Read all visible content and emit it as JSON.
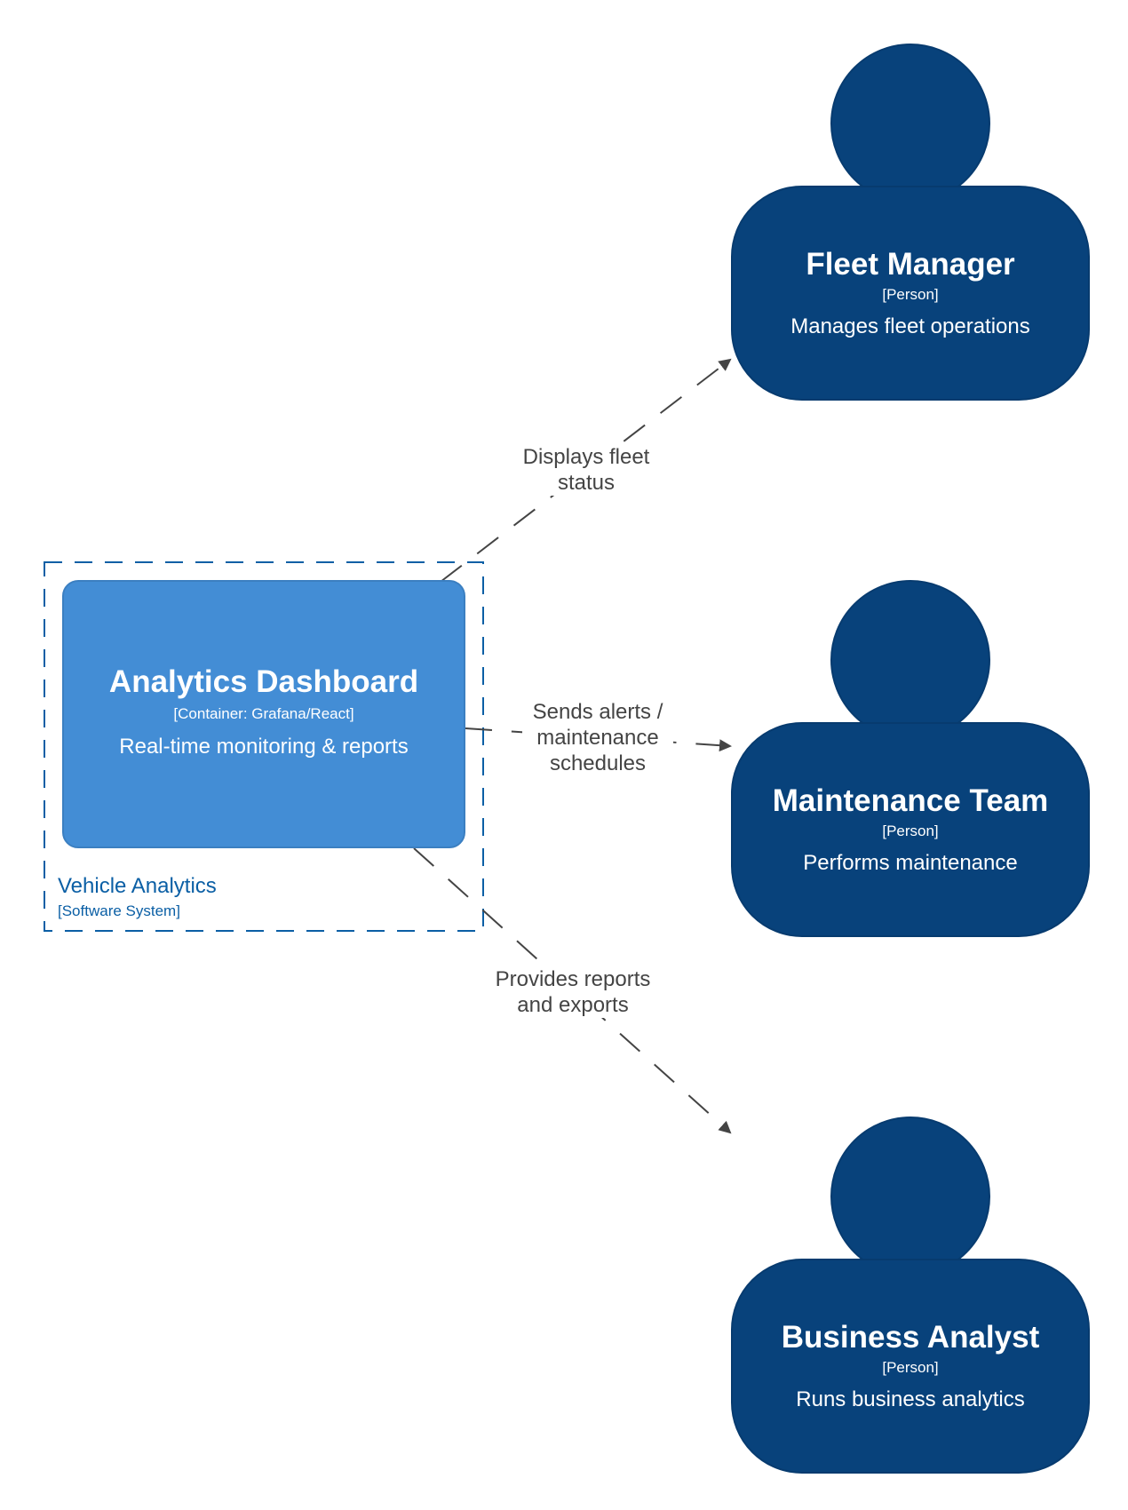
{
  "system_boundary": {
    "name": "Vehicle Analytics",
    "type": "[Software System]"
  },
  "container": {
    "name": "Analytics Dashboard",
    "type": "[Container: Grafana/React]",
    "description": "Real-time monitoring & reports"
  },
  "persons": [
    {
      "name": "Fleet Manager",
      "type": "[Person]",
      "description": "Manages fleet operations"
    },
    {
      "name": "Maintenance Team",
      "type": "[Person]",
      "description": "Performs maintenance"
    },
    {
      "name": "Business Analyst",
      "type": "[Person]",
      "description": "Runs business analytics"
    }
  ],
  "relationships": [
    {
      "label_line1": "Displays fleet",
      "label_line2": "status",
      "label_line3": ""
    },
    {
      "label_line1": "Sends alerts /",
      "label_line2": "maintenance",
      "label_line3": "schedules"
    },
    {
      "label_line1": "Provides reports",
      "label_line2": "and exports",
      "label_line3": ""
    }
  ],
  "colors": {
    "person_fill": "#08427b",
    "container_fill": "#438dd5",
    "boundary_stroke": "#0b5fa5",
    "edge_stroke": "#444444"
  }
}
